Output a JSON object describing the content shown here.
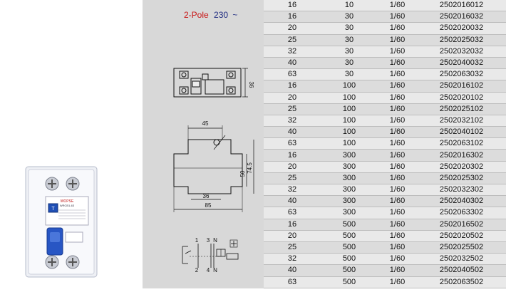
{
  "heading": {
    "poles": "2-Pole",
    "voltage": "230",
    "ac_symbol": "~"
  },
  "dimensions": {
    "width_top": "45",
    "height_side": "36",
    "body_height": "50",
    "total_height": "74.5",
    "rail_width": "36",
    "total_width": "85"
  },
  "terminals": {
    "top_1": "1",
    "top_3": "3",
    "top_n": "N",
    "bottom_2": "2",
    "bottom_4": "4",
    "bottom_n": "N"
  },
  "device_labels": {
    "brand": "WOPSE",
    "model": "WRCB1-63",
    "test": "T"
  },
  "table": {
    "rows": [
      [
        "16",
        "10",
        "1/60",
        "2502016012"
      ],
      [
        "16",
        "30",
        "1/60",
        "2502016032"
      ],
      [
        "20",
        "30",
        "1/60",
        "2502020032"
      ],
      [
        "25",
        "30",
        "1/60",
        "2502025032"
      ],
      [
        "32",
        "30",
        "1/60",
        "2502032032"
      ],
      [
        "40",
        "30",
        "1/60",
        "2502040032"
      ],
      [
        "63",
        "30",
        "1/60",
        "2502063032"
      ],
      [
        "16",
        "100",
        "1/60",
        "2502016102"
      ],
      [
        "20",
        "100",
        "1/60",
        "2502020102"
      ],
      [
        "25",
        "100",
        "1/60",
        "2502025102"
      ],
      [
        "32",
        "100",
        "1/60",
        "2502032102"
      ],
      [
        "40",
        "100",
        "1/60",
        "2502040102"
      ],
      [
        "63",
        "100",
        "1/60",
        "2502063102"
      ],
      [
        "16",
        "300",
        "1/60",
        "2502016302"
      ],
      [
        "20",
        "300",
        "1/60",
        "2502020302"
      ],
      [
        "25",
        "300",
        "1/60",
        "2502025302"
      ],
      [
        "32",
        "300",
        "1/60",
        "2502032302"
      ],
      [
        "40",
        "300",
        "1/60",
        "2502040302"
      ],
      [
        "63",
        "300",
        "1/60",
        "2502063302"
      ],
      [
        "16",
        "500",
        "1/60",
        "2502016502"
      ],
      [
        "20",
        "500",
        "1/60",
        "2502020502"
      ],
      [
        "25",
        "500",
        "1/60",
        "2502025502"
      ],
      [
        "32",
        "500",
        "1/60",
        "2502032502"
      ],
      [
        "40",
        "500",
        "1/60",
        "2502040502"
      ],
      [
        "63",
        "500",
        "1/60",
        "2502063502"
      ]
    ]
  }
}
